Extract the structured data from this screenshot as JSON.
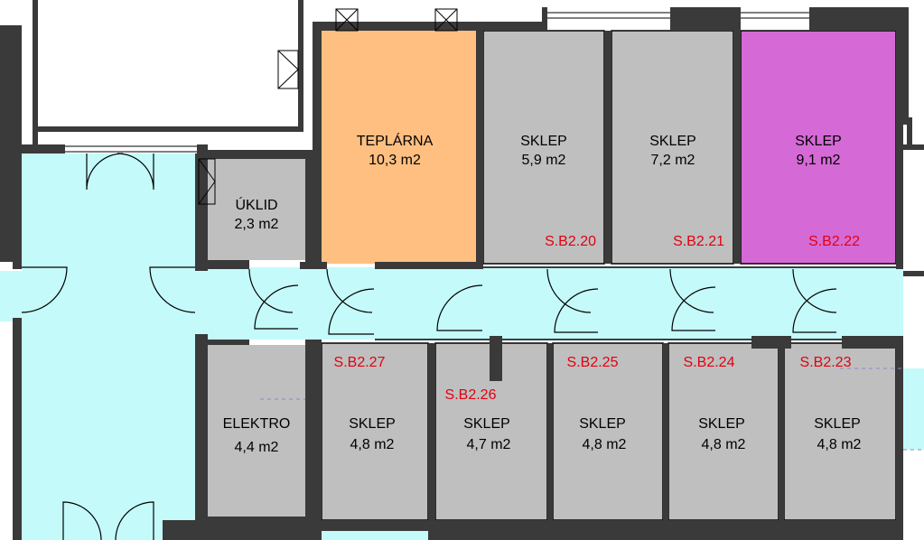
{
  "colors": {
    "wall": "#3a3a3a",
    "corridor": "#c5fafa",
    "storage": "#bfbfbf",
    "boiler_room": "#ffbf80",
    "highlight": "#d56ad6",
    "code": "#e3000f",
    "outline": "#000000"
  },
  "rooms": [
    {
      "name": "TEPLÁRNA",
      "area": "10,3 m2",
      "code": ""
    },
    {
      "name": "SKLEP",
      "area": "5,9 m2",
      "code": "S.B2.20"
    },
    {
      "name": "SKLEP",
      "area": "7,2 m2",
      "code": "S.B2.21"
    },
    {
      "name": "SKLEP",
      "area": "9,1 m2",
      "code": "S.B2.22"
    },
    {
      "name": "ÚKLID",
      "area": "2,3 m2",
      "code": ""
    },
    {
      "name": "ELEKTRO",
      "area": "4,4 m2",
      "code": ""
    },
    {
      "name": "SKLEP",
      "area": "4,8 m2",
      "code": "S.B2.27"
    },
    {
      "name": "SKLEP",
      "area": "4,7 m2",
      "code": "S.B2.26"
    },
    {
      "name": "SKLEP",
      "area": "4,8 m2",
      "code": "S.B2.25"
    },
    {
      "name": "SKLEP",
      "area": "4,8 m2",
      "code": "S.B2.24"
    },
    {
      "name": "SKLEP",
      "area": "4,8 m2",
      "code": "S.B2.23"
    }
  ]
}
